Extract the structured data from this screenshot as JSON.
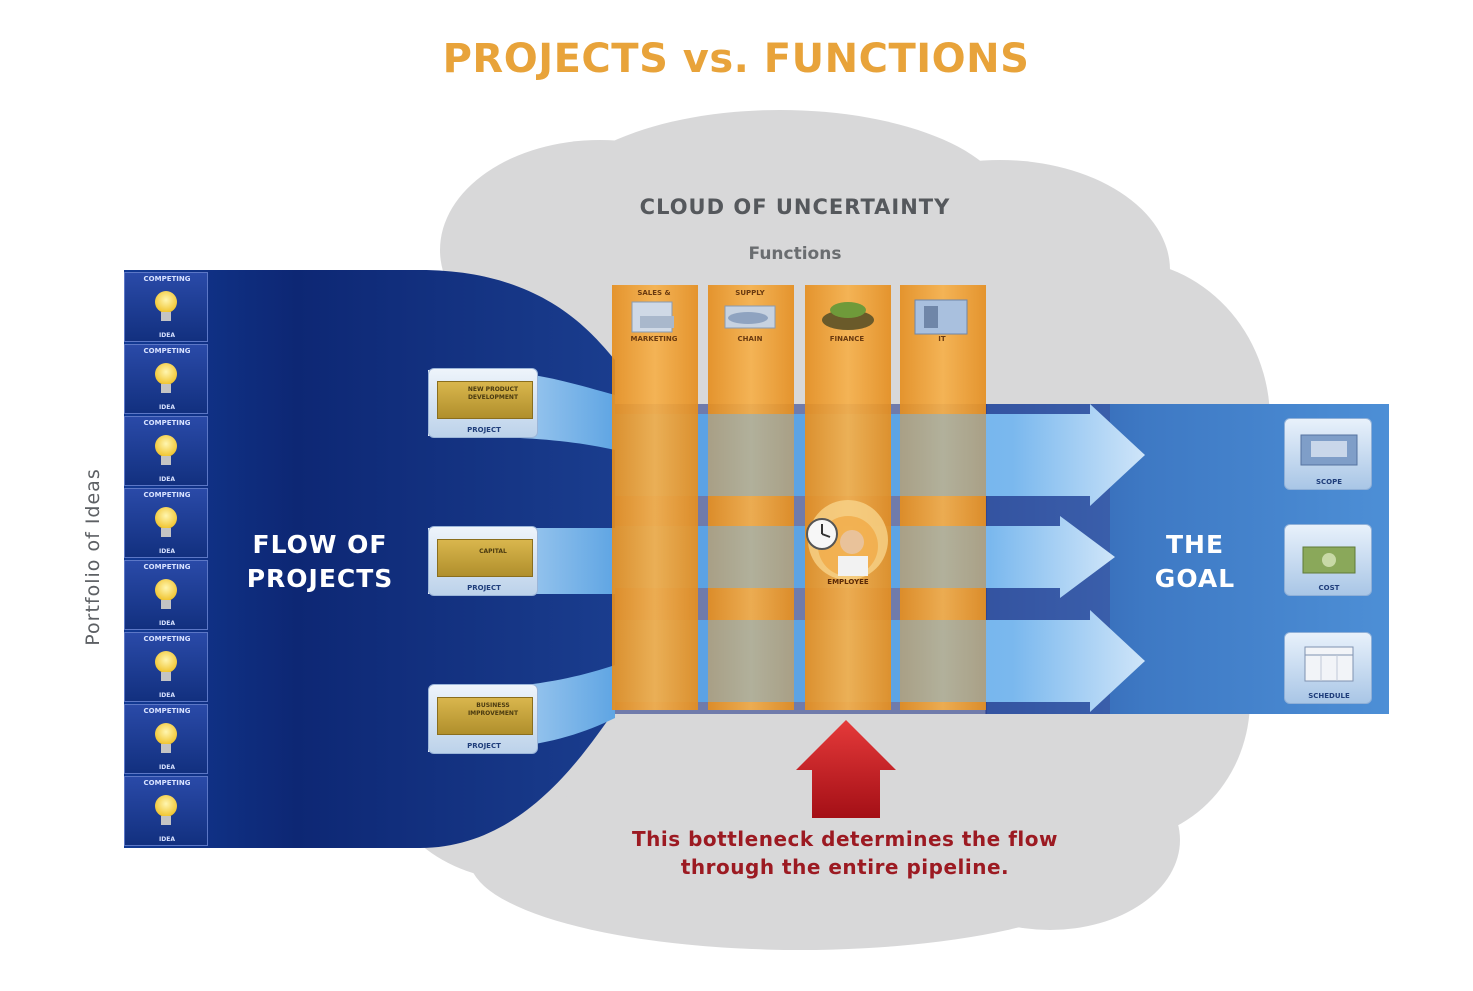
{
  "title": "PROJECTS vs. FUNCTIONS",
  "cloud_label": "CLOUD OF UNCERTAINTY",
  "functions_label": "Functions",
  "portfolio_label": "Portfolio of Ideas",
  "flow_label_line1": "FLOW OF",
  "flow_label_line2": "PROJECTS",
  "goal_label_line1": "THE",
  "goal_label_line2": "GOAL",
  "bottleneck_line1": "This bottleneck determines the flow",
  "bottleneck_line2": "through the entire pipeline.",
  "ideas": [
    {
      "top": "COMPETING",
      "bottom": "IDEA"
    },
    {
      "top": "COMPETING",
      "bottom": "IDEA"
    },
    {
      "top": "COMPETING",
      "bottom": "IDEA"
    },
    {
      "top": "COMPETING",
      "bottom": "IDEA"
    },
    {
      "top": "COMPETING",
      "bottom": "IDEA"
    },
    {
      "top": "COMPETING",
      "bottom": "IDEA"
    },
    {
      "top": "COMPETING",
      "bottom": "IDEA"
    },
    {
      "top": "COMPETING",
      "bottom": "IDEA"
    }
  ],
  "projects": [
    {
      "chip": "NEW PRODUCT DEVELOPMENT",
      "foot": "PROJECT"
    },
    {
      "chip": "CAPITAL",
      "foot": "PROJECT"
    },
    {
      "chip": "BUSINESS IMPROVEMENT",
      "foot": "PROJECT"
    }
  ],
  "functions": [
    {
      "top": "SALES &",
      "bottom": "MARKETING"
    },
    {
      "top": "SUPPLY",
      "bottom": "CHAIN"
    },
    {
      "top": "",
      "bottom": "FINANCE"
    },
    {
      "top": "",
      "bottom": "IT"
    }
  ],
  "bottleneck_worker_label": "EMPLOYEE",
  "goals": [
    {
      "label": "SCOPE"
    },
    {
      "label": "COST"
    },
    {
      "label": "SCHEDULE"
    }
  ],
  "colors": {
    "title": "#e8a33a",
    "flow_blue_dark": "#0f2a7a",
    "flow_blue": "#3b7fd0",
    "arrow_blue": "#6fb0ea",
    "function_orange": "#f2a33a",
    "cloud_gray": "#d9d9da",
    "bottleneck_red": "#c41c24"
  }
}
